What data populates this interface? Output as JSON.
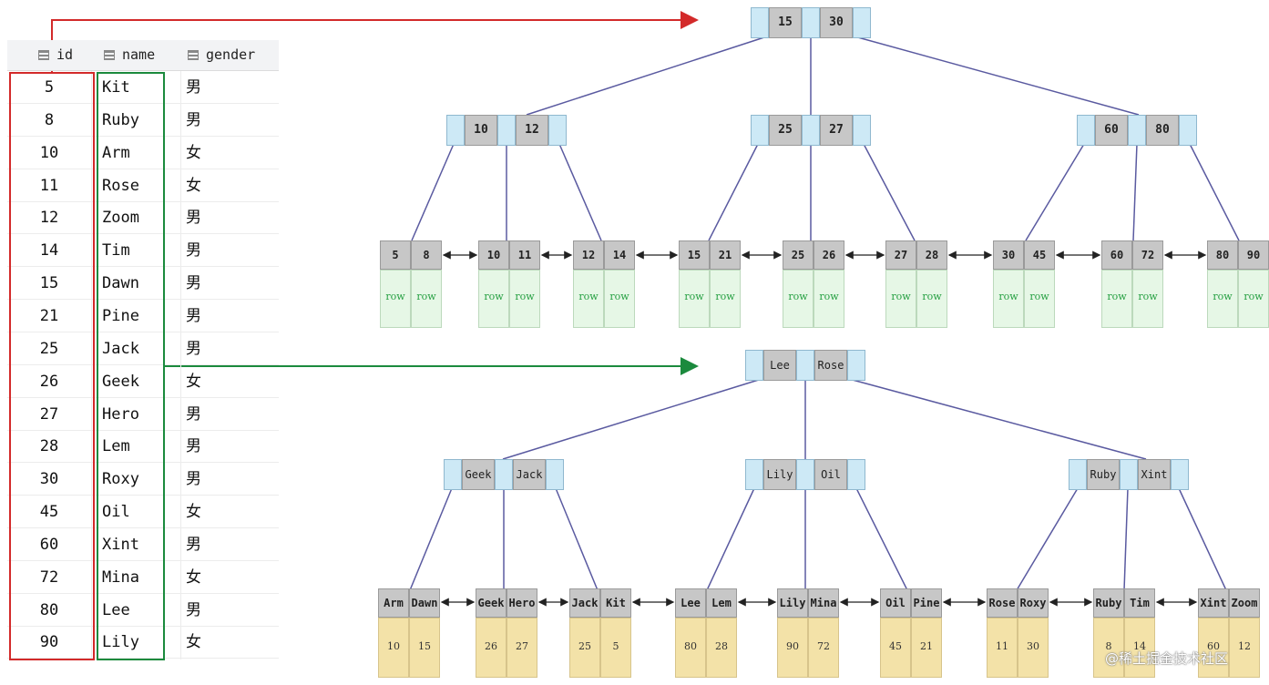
{
  "table": {
    "headers": {
      "id": "id",
      "name": "name",
      "gender": "gender"
    },
    "rows": [
      {
        "id": "5",
        "name": "Kit",
        "gender": "男"
      },
      {
        "id": "8",
        "name": "Ruby",
        "gender": "男"
      },
      {
        "id": "10",
        "name": "Arm",
        "gender": "女"
      },
      {
        "id": "11",
        "name": "Rose",
        "gender": "女"
      },
      {
        "id": "12",
        "name": "Zoom",
        "gender": "男"
      },
      {
        "id": "14",
        "name": "Tim",
        "gender": "男"
      },
      {
        "id": "15",
        "name": "Dawn",
        "gender": "男"
      },
      {
        "id": "21",
        "name": "Pine",
        "gender": "男"
      },
      {
        "id": "25",
        "name": "Jack",
        "gender": "男"
      },
      {
        "id": "26",
        "name": "Geek",
        "gender": "女"
      },
      {
        "id": "27",
        "name": "Hero",
        "gender": "男"
      },
      {
        "id": "28",
        "name": "Lem",
        "gender": "男"
      },
      {
        "id": "30",
        "name": "Roxy",
        "gender": "男"
      },
      {
        "id": "45",
        "name": "Oil",
        "gender": "女"
      },
      {
        "id": "60",
        "name": "Xint",
        "gender": "男"
      },
      {
        "id": "72",
        "name": "Mina",
        "gender": "女"
      },
      {
        "id": "80",
        "name": "Lee",
        "gender": "男"
      },
      {
        "id": "90",
        "name": "Lily",
        "gender": "女"
      }
    ]
  },
  "clustered_index": {
    "root": [
      "15",
      "30"
    ],
    "internal": [
      [
        "10",
        "12"
      ],
      [
        "25",
        "27"
      ],
      [
        "60",
        "80"
      ]
    ],
    "leaves": [
      {
        "keys": [
          "5",
          "8"
        ],
        "rows": [
          "row",
          "row"
        ]
      },
      {
        "keys": [
          "10",
          "11"
        ],
        "rows": [
          "row",
          "row"
        ]
      },
      {
        "keys": [
          "12",
          "14"
        ],
        "rows": [
          "row",
          "row"
        ]
      },
      {
        "keys": [
          "15",
          "21"
        ],
        "rows": [
          "row",
          "row"
        ]
      },
      {
        "keys": [
          "25",
          "26"
        ],
        "rows": [
          "row",
          "row"
        ]
      },
      {
        "keys": [
          "27",
          "28"
        ],
        "rows": [
          "row",
          "row"
        ]
      },
      {
        "keys": [
          "30",
          "45"
        ],
        "rows": [
          "row",
          "row"
        ]
      },
      {
        "keys": [
          "60",
          "72"
        ],
        "rows": [
          "row",
          "row"
        ]
      },
      {
        "keys": [
          "80",
          "90"
        ],
        "rows": [
          "row",
          "row"
        ]
      }
    ]
  },
  "secondary_index": {
    "root": [
      "Lee",
      "Rose"
    ],
    "internal": [
      [
        "Geek",
        "Jack"
      ],
      [
        "Lily",
        "Oil"
      ],
      [
        "Ruby",
        "Xint"
      ]
    ],
    "leaves": [
      {
        "keys": [
          "Arm",
          "Dawn"
        ],
        "vals": [
          "10",
          "15"
        ]
      },
      {
        "keys": [
          "Geek",
          "Hero"
        ],
        "vals": [
          "26",
          "27"
        ]
      },
      {
        "keys": [
          "Jack",
          "Kit"
        ],
        "vals": [
          "25",
          "5"
        ]
      },
      {
        "keys": [
          "Lee",
          "Lem"
        ],
        "vals": [
          "80",
          "28"
        ]
      },
      {
        "keys": [
          "Lily",
          "Mina"
        ],
        "vals": [
          "90",
          "72"
        ]
      },
      {
        "keys": [
          "Oil",
          "Pine"
        ],
        "vals": [
          "45",
          "21"
        ]
      },
      {
        "keys": [
          "Rose",
          "Roxy"
        ],
        "vals": [
          "11",
          "30"
        ]
      },
      {
        "keys": [
          "Ruby",
          "Tim"
        ],
        "vals": [
          "8",
          "14"
        ]
      },
      {
        "keys": [
          "Xint",
          "Zoom"
        ],
        "vals": [
          "60",
          "12"
        ]
      }
    ]
  },
  "colors": {
    "red": "#d32a2a",
    "green": "#1b8a3d",
    "line": "#5a5aa0"
  },
  "watermark": "@稀土掘金技术社区"
}
